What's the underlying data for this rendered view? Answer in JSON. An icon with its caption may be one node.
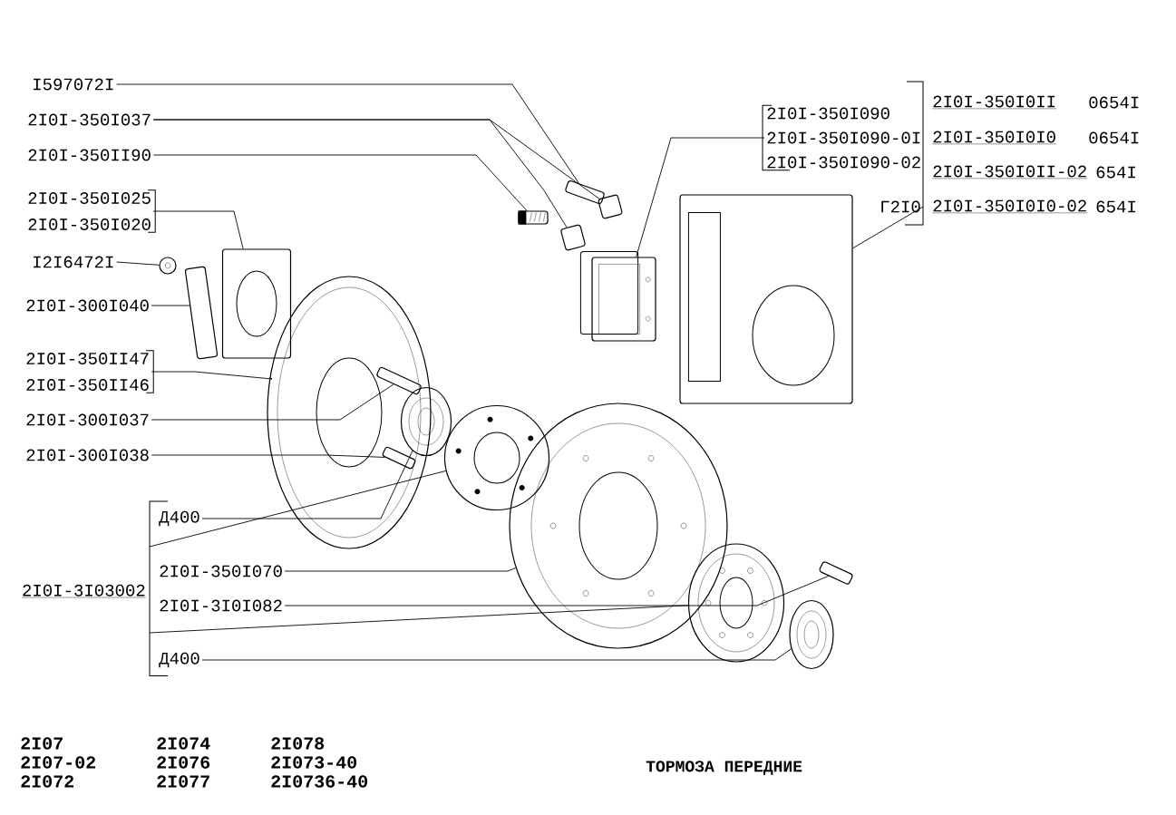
{
  "diagram": {
    "caption": "ТОРМОЗА ПЕРЕДНИЕ",
    "nodes": [
      {
        "text": [
          "I597072I"
        ]
      },
      {
        "text": [
          "2I0I-350I037"
        ]
      },
      {
        "text": [
          "2I0I-350II90"
        ]
      },
      {
        "text": [
          "2I0I-350I025",
          "2I0I-350I020"
        ]
      },
      {
        "text": [
          "I2I6472I"
        ]
      },
      {
        "text": [
          "2I0I-300I040"
        ]
      },
      {
        "text": [
          "2I0I-350II47",
          "2I0I-350II46"
        ]
      },
      {
        "text": [
          "2I0I-300I037"
        ]
      },
      {
        "text": [
          "2I0I-300I038"
        ]
      },
      {
        "text": [
          "2I0I-3I03002"
        ]
      },
      {
        "text": [
          "Д400"
        ]
      },
      {
        "text": [
          "2I0I-350I070"
        ]
      },
      {
        "text": [
          "2I0I-3I0I082"
        ]
      },
      {
        "text": [
          "Д400"
        ]
      },
      {
        "text": [
          "2I0I-350I090",
          "2I0I-350I090-0I",
          "2I0I-350I090-02"
        ]
      },
      {
        "text": [
          "Г2I0"
        ]
      },
      {
        "text": [],
        "shape": "picture"
      },
      {
        "text": [],
        "shape": "picture"
      },
      {
        "text": [],
        "shape": "picture"
      },
      {
        "text": [],
        "shape": "picture"
      },
      {
        "text": [],
        "shape": "picture"
      },
      {
        "text": [],
        "shape": "picture"
      },
      {
        "text": [],
        "shape": "picture"
      },
      {
        "text": [],
        "shape": "picture"
      },
      {
        "text": [],
        "shape": "picture",
        "in": 23
      },
      {
        "text": [],
        "shape": "picture",
        "in": 23
      },
      {
        "text": [],
        "shape": "picture"
      },
      {
        "text": [],
        "shape": "picture"
      },
      {
        "text": [],
        "shape": "picture"
      },
      {
        "text": [],
        "shape": "picture"
      },
      {
        "text": [],
        "shape": "picture"
      },
      {
        "text": [],
        "shape": "picture"
      },
      {
        "text": [],
        "shape": "picture"
      },
      {
        "text": [],
        "shape": "picture"
      }
    ],
    "edges": [
      {
        "from": 0,
        "to": 16,
        "arrow": "none"
      },
      {
        "from": 1,
        "to": 18,
        "arrow": "none"
      },
      {
        "from": 1,
        "to": 19,
        "arrow": "none"
      },
      {
        "from": 2,
        "to": 17,
        "arrow": "none"
      },
      {
        "from": 3,
        "to": 20,
        "arrow": "none"
      },
      {
        "from": 4,
        "to": 21,
        "arrow": "none"
      },
      {
        "from": 5,
        "to": 22,
        "arrow": "none"
      },
      {
        "from": 6,
        "to": 23,
        "arrow": "none"
      },
      {
        "from": 7,
        "to": 24,
        "arrow": "none"
      },
      {
        "from": 8,
        "to": 25,
        "arrow": "none"
      },
      {
        "from": 10,
        "to": 26,
        "arrow": "none"
      },
      {
        "from": 9,
        "to": 27,
        "arrow": "none"
      },
      {
        "from": 11,
        "to": 28,
        "arrow": "none"
      },
      {
        "from": 12,
        "to": 31,
        "arrow": "none"
      },
      {
        "from": 9,
        "to": 29,
        "arrow": "none"
      },
      {
        "from": 13,
        "to": 30,
        "arrow": "none"
      },
      {
        "from": 14,
        "to": 32,
        "arrow": "none"
      },
      {
        "from": 15,
        "to": 33,
        "arrow": "none"
      }
    ],
    "labels": [
      "2I0I-350I0II",
      "0654I",
      "2I0I-350I0I0",
      "0654I",
      "2I0I-350I0II-02",
      "654I",
      "2I0I-350I0I0-02",
      "654I",
      "2I07",
      "2I074",
      "2I078",
      "2I07-02",
      "2I076",
      "2I073-40",
      "2I072",
      "2I077",
      "2I0736-40"
    ]
  }
}
